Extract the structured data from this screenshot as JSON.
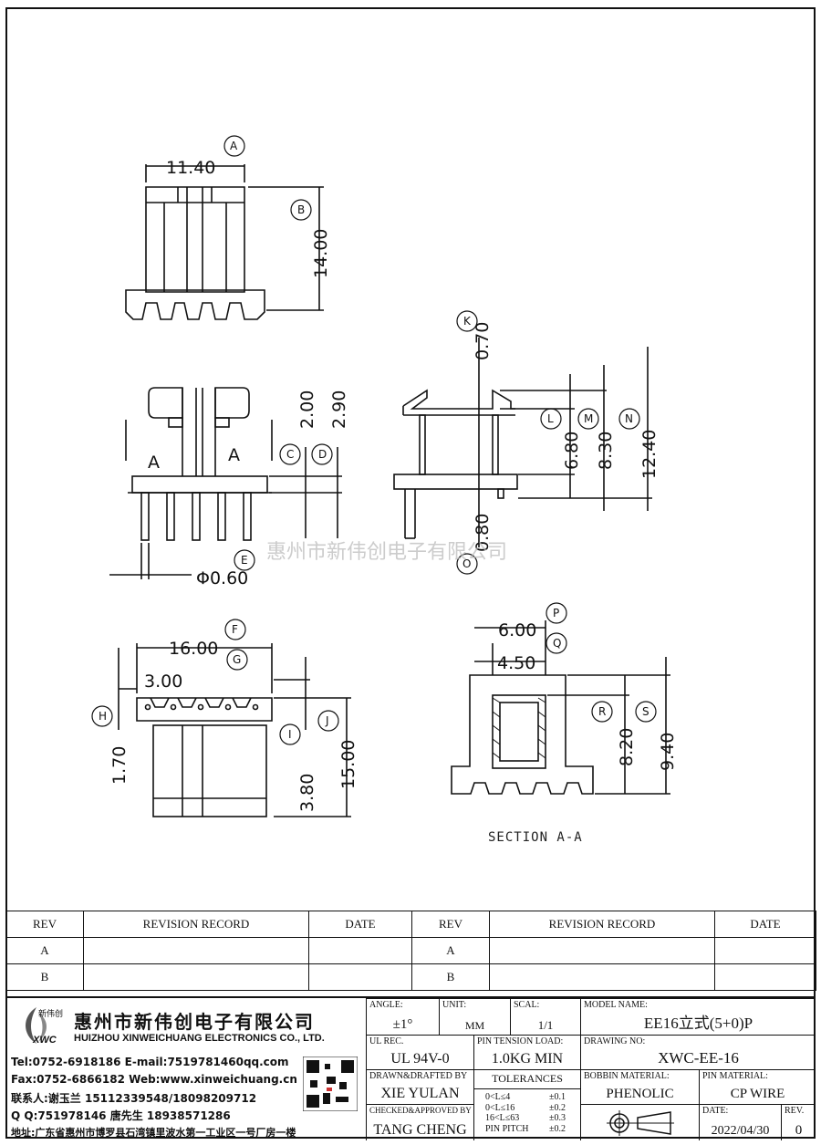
{
  "drawing": {
    "dims": {
      "a": "11.40",
      "b": "14.00",
      "c": "2.00",
      "d": "2.90",
      "e": "Φ0.60",
      "f": "16.00",
      "g": "3.00",
      "h": "1.70",
      "i": "3.80",
      "j": "15.00",
      "k": "0.70",
      "l": "6.80",
      "m": "8.30",
      "n": "12.40",
      "o": "0.80",
      "p": "6.00",
      "q": "4.50",
      "r": "8.20",
      "s": "9.40"
    },
    "balloons": [
      "A",
      "B",
      "C",
      "D",
      "E",
      "F",
      "G",
      "H",
      "I",
      "J",
      "K",
      "L",
      "M",
      "N",
      "O",
      "P",
      "Q",
      "R",
      "S"
    ],
    "section_marks": [
      "A",
      "A"
    ],
    "section_label": "SECTION A-A",
    "watermark": "惠州市新伟创电子有限公司"
  },
  "revision_table": {
    "headers": [
      "REV",
      "REVISION RECORD",
      "DATE",
      "REV",
      "REVISION RECORD",
      "DATE"
    ],
    "rows": [
      [
        "A",
        "",
        "",
        "A",
        "",
        ""
      ],
      [
        "B",
        "",
        "",
        "B",
        "",
        ""
      ]
    ]
  },
  "title_block": {
    "company_cn": "惠州市新伟创电子有限公司",
    "company_en": "HUIZHOU XINWEICHUANG ELECTRONICS CO., LTD.",
    "logo_text": "新伟创",
    "logo_sub": "XWC",
    "tel": "Tel:0752-6918186 E-mail:7519781460qq.com",
    "fax": "Fax:0752-6866182 Web:www.xinweichuang.cn",
    "contact": "联系人:谢玉兰 15112339548/18098209712",
    "qq": "Q Q:751978146    唐先生 18938571286",
    "address": "地址:广东省惠州市博罗县石湾镇里波水第一工业区一号厂房一楼",
    "angle_label": "ANGLE:",
    "angle": "±1°",
    "unit_label": "UNIT:",
    "unit": "MM",
    "scale_label": "SCAL:",
    "scale": "1/1",
    "model_label": "MODEL NAME:",
    "model": "EE16立式(5+0)P",
    "ul_label": "UL REC.",
    "ul": "UL 94V-0",
    "pin_tension_label": "PIN TENSION LOAD:",
    "pin_tension": "1.0KG MIN",
    "drawing_no_label": "DRAWING NO:",
    "drawing_no": "XWC-EE-16",
    "drawn_label": "DRAWN&DRAFTED BY",
    "drawn": "XIE YULAN",
    "tolerances_label": "TOLERANCES",
    "tolerances": [
      [
        "0<L≤4",
        "±0.1"
      ],
      [
        "0<L≤16",
        "±0.2"
      ],
      [
        "16<L≤63",
        "±0.3"
      ],
      [
        "PIN PITCH",
        "±0.2"
      ]
    ],
    "bobbin_label": "BOBBIN MATERIAL:",
    "bobbin": "PHENOLIC",
    "pin_material_label": "PIN MATERIAL:",
    "pin_material": "CP WIRE",
    "checked_label": "CHECKED&APPROVED BY",
    "checked": "TANG CHENG",
    "date_label": "DATE:",
    "date": "2022/04/30",
    "rev_label": "REV.",
    "rev": "0"
  }
}
